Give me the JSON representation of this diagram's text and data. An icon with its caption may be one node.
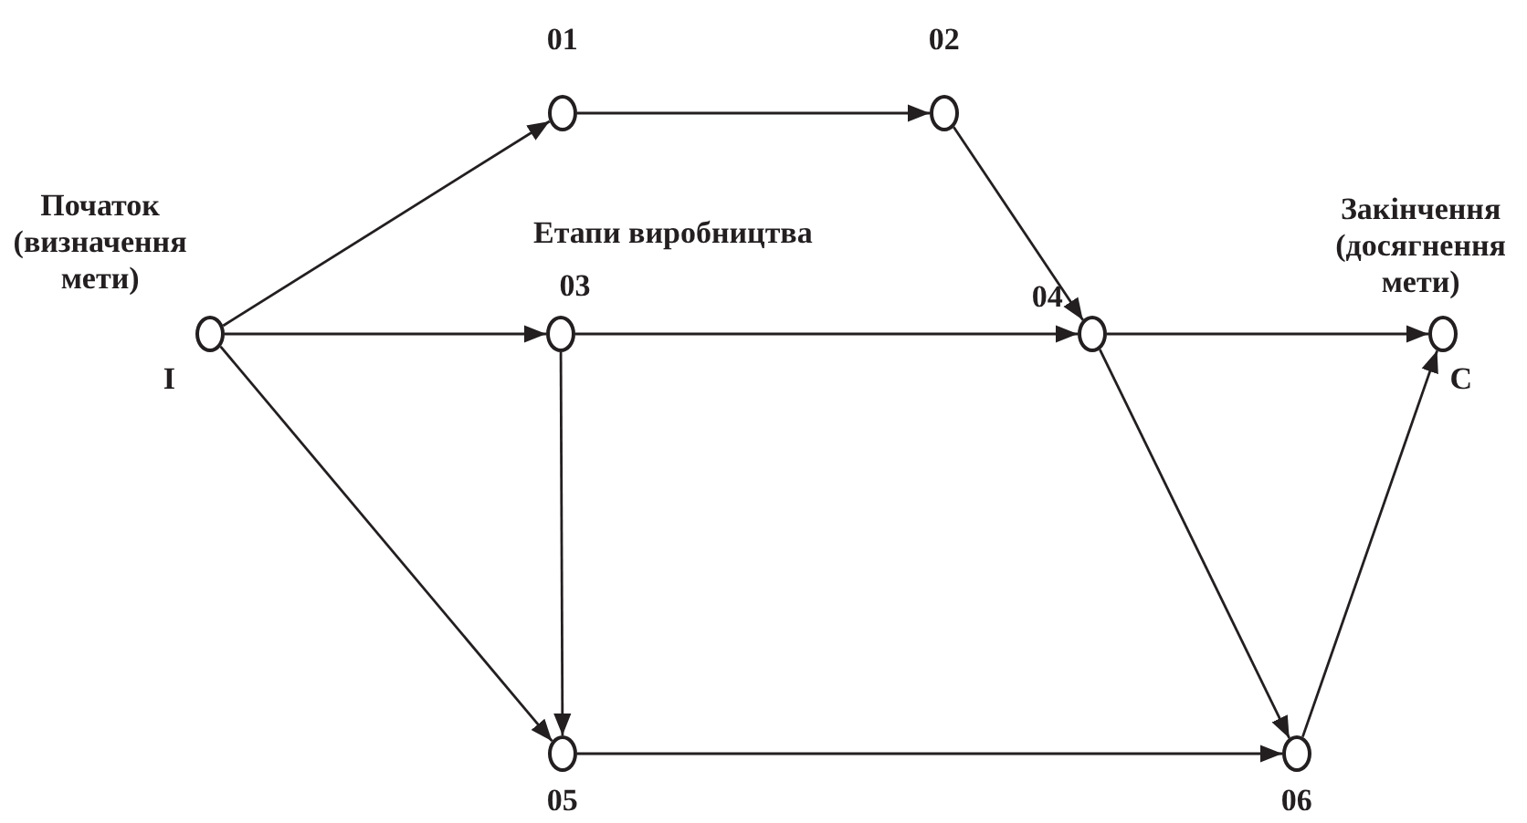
{
  "diagram": {
    "nodes": [
      {
        "text": [],
        "shape": "circle",
        "beside": [
          "Початок (визначення мети)",
          "I"
        ]
      },
      {
        "text": [],
        "shape": "circle",
        "beside": [
          "01"
        ]
      },
      {
        "text": [],
        "shape": "circle",
        "beside": [
          "02"
        ]
      },
      {
        "text": [],
        "shape": "circle",
        "beside": [
          "03"
        ]
      },
      {
        "text": [],
        "shape": "circle",
        "beside": [
          "05"
        ]
      },
      {
        "text": [],
        "shape": "circle",
        "beside": [
          "04"
        ]
      },
      {
        "text": [],
        "shape": "circle",
        "beside": [
          "06"
        ]
      },
      {
        "text": [],
        "shape": "circle",
        "beside": [
          "Закінчення (досягнення мети)",
          "C"
        ]
      }
    ],
    "edges": [
      {
        "from": 0,
        "to": 1,
        "arrow": "to"
      },
      {
        "from": 1,
        "to": 2,
        "arrow": "to"
      },
      {
        "from": 2,
        "to": 5,
        "arrow": "to"
      },
      {
        "from": 0,
        "to": 3,
        "arrow": "to"
      },
      {
        "from": 3,
        "to": 5,
        "arrow": "to"
      },
      {
        "from": 5,
        "to": 7,
        "arrow": "to"
      },
      {
        "from": 0,
        "to": 4,
        "arrow": "to"
      },
      {
        "from": 3,
        "to": 4,
        "arrow": "to"
      },
      {
        "from": 4,
        "to": 6,
        "arrow": "to"
      },
      {
        "from": 5,
        "to": 6,
        "arrow": "to"
      },
      {
        "from": 6,
        "to": 7,
        "arrow": "to"
      }
    ],
    "labels": [
      "Етапи виробництва"
    ]
  }
}
